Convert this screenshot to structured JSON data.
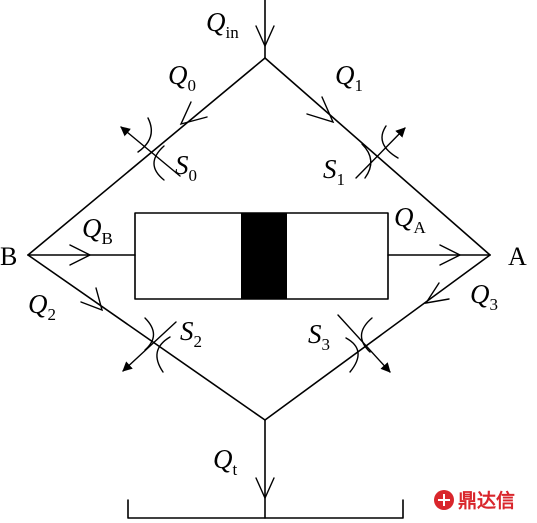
{
  "labels": {
    "q_in": {
      "main": "Q",
      "sub": "in"
    },
    "q0": {
      "main": "Q",
      "sub": "0"
    },
    "q1": {
      "main": "Q",
      "sub": "1"
    },
    "q2": {
      "main": "Q",
      "sub": "2"
    },
    "q3": {
      "main": "Q",
      "sub": "3"
    },
    "qa": {
      "main": "Q",
      "sub": "A"
    },
    "qb": {
      "main": "Q",
      "sub": "B"
    },
    "qt": {
      "main": "Q",
      "sub": "t"
    },
    "s0": {
      "main": "S",
      "sub": "0"
    },
    "s1": {
      "main": "S",
      "sub": "1"
    },
    "s2": {
      "main": "S",
      "sub": "2"
    },
    "s3": {
      "main": "S",
      "sub": "3"
    },
    "node_a": "A",
    "node_b": "B"
  },
  "watermark": {
    "text": "鼎达信",
    "color": "#d9262c"
  }
}
